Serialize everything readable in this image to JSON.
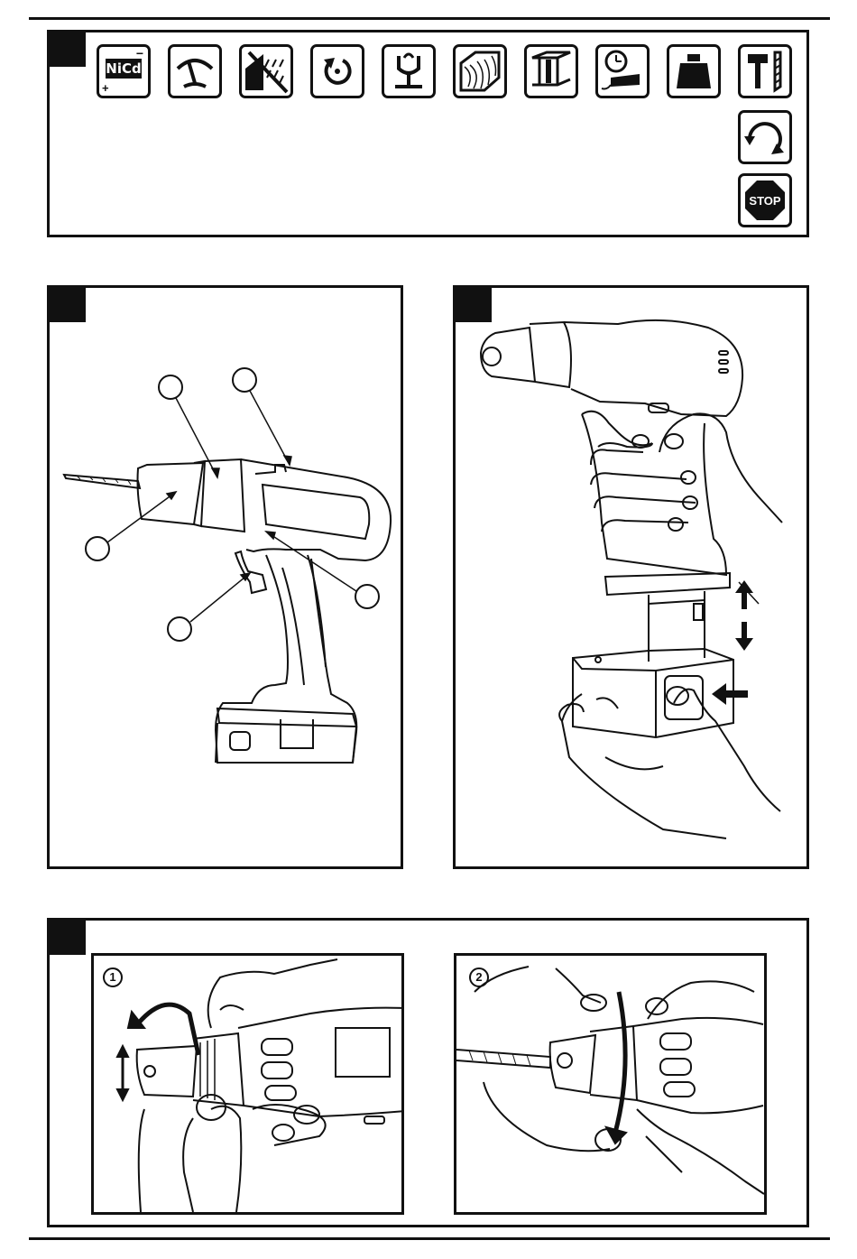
{
  "icons": {
    "battery_label": "NiCd",
    "battery_minus": "−",
    "battery_plus": "+",
    "stop_label": "STOP"
  },
  "figure_d": {
    "steps": [
      "1",
      "2"
    ]
  }
}
